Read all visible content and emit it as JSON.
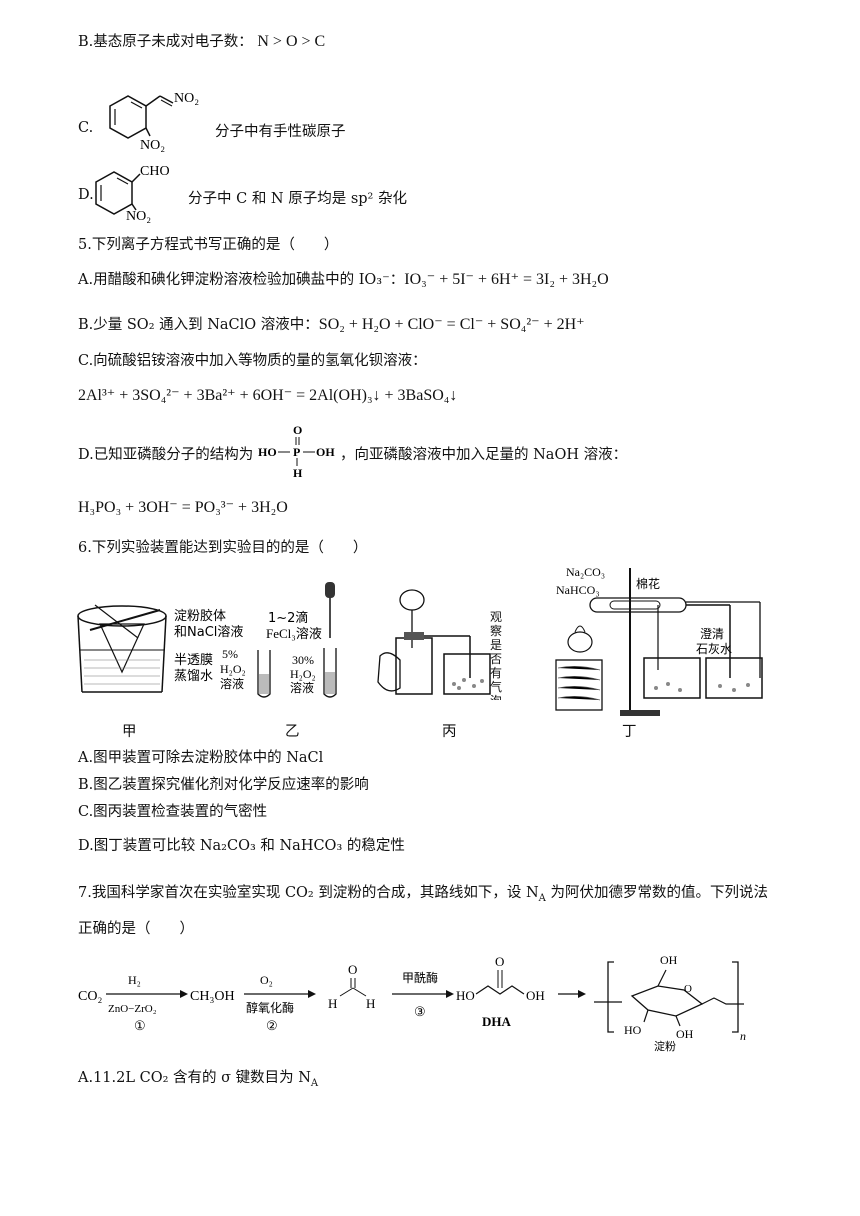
{
  "q4": {
    "optB_prefix": "B.基态原子未成对电子数：",
    "optB_formula": "N > O > C",
    "optC_label": "C.",
    "optC_text": "分子中有手性碳原子",
    "optD_label": "D.",
    "optD_text_a": "分子中",
    "optD_text_b": "C 和 N 原子均是 sp² 杂化",
    "struct_no2": "NO₂",
    "struct_cho": "CHO"
  },
  "q5": {
    "stem": "5.下列离子方程式书写正确的是（　　）",
    "A_text": "A.用醋酸和碘化钾淀粉溶液检验加碘盐中的 IO₃⁻：",
    "A_eq": "IO₃⁻ + 5I⁻ + 6H⁺ = 3I₂ + 3H₂O",
    "B_text": "B.少量 SO₂ 通入到 NaClO 溶液中：",
    "B_eq": "SO₂ + H₂O + ClO⁻ = Cl⁻ + SO₄²⁻ + 2H⁺",
    "C_text": "C.向硫酸铝铵溶液中加入等物质的量的氢氧化钡溶液：",
    "C_eq": "2Al³⁺ + 3SO₄²⁻ + 3Ba²⁺ + 6OH⁻ = 2Al(OH)₃↓ + 3BaSO₄↓",
    "D_text_a": "D.已知亚磷酸分子的结构为",
    "D_text_b": "，向亚磷酸溶液中加入足量的 NaOH 溶液：",
    "D_eq": "H₃PO₃ + 3OH⁻ = PO₃³⁻ + 3H₂O",
    "struct_o": "O",
    "struct_ho": "HO",
    "struct_p": "P",
    "struct_oh": "OH",
    "struct_h": "H"
  },
  "q6": {
    "stem": "6.下列实验装置能达到实验目的的是（　　）",
    "jia_label": "甲",
    "yi_label": "乙",
    "bing_label": "丙",
    "ding_label": "丁",
    "jia_note1": "淀粉胶体",
    "jia_note2": "和NaCl溶液",
    "jia_note3": "半透膜",
    "jia_note4": "蒸馏水",
    "yi_note1": "1~2滴",
    "yi_note2": "FeCl₃溶液",
    "yi_left1": "5%",
    "yi_left2": "H₂O₂",
    "yi_left3": "溶液",
    "yi_right1": "30%",
    "yi_right2": "H₂O₂",
    "yi_right3": "溶液",
    "bing_note": "观察是否有气泡冒出",
    "ding_na2co3": "Na₂CO₃",
    "ding_nahco3": "NaHCO₃",
    "ding_cotton": "棉花",
    "ding_lime1": "澄清",
    "ding_lime2": "石灰水",
    "A": "A.图甲装置可除去淀粉胶体中的 NaCl",
    "B": "B.图乙装置探究催化剂对化学反应速率的影响",
    "C": "C.图丙装置检查装置的气密性",
    "D": "D.图丁装置可比较 Na₂CO₃ 和 NaHCO₃ 的稳定性"
  },
  "q7": {
    "stem1": "7.我国科学家首次在实验室实现 CO₂ 到淀粉的合成，其路线如下，设 N",
    "stem1_sub": "A",
    "stem1_b": " 为阿伏加德罗常数的值。下列说法",
    "stem2": "正确的是（　　）",
    "co2": "CO₂",
    "h2": "H₂",
    "cat1": "ZnO−ZrO₂",
    "step1": "①",
    "ch3oh": "CH₃OH",
    "o2": "O₂",
    "enzyme2": "醇氧化酶",
    "step2": "②",
    "hcho_o": "O",
    "hcho_h1": "H",
    "hcho_h2": "H",
    "enzyme3": "甲酰酶",
    "step3": "③",
    "dha_ho": "HO",
    "dha_oh": "OH",
    "dha_o": "O",
    "dha": "DHA",
    "starch_oh1": "OH",
    "starch_oh2": "OH",
    "starch_ho": "HO",
    "starch_o": "O",
    "starch_n": "n",
    "starch_label": "淀粉",
    "A": "A.11.2L CO₂ 含有的 σ 键数目为 N",
    "A_sub": "A"
  }
}
